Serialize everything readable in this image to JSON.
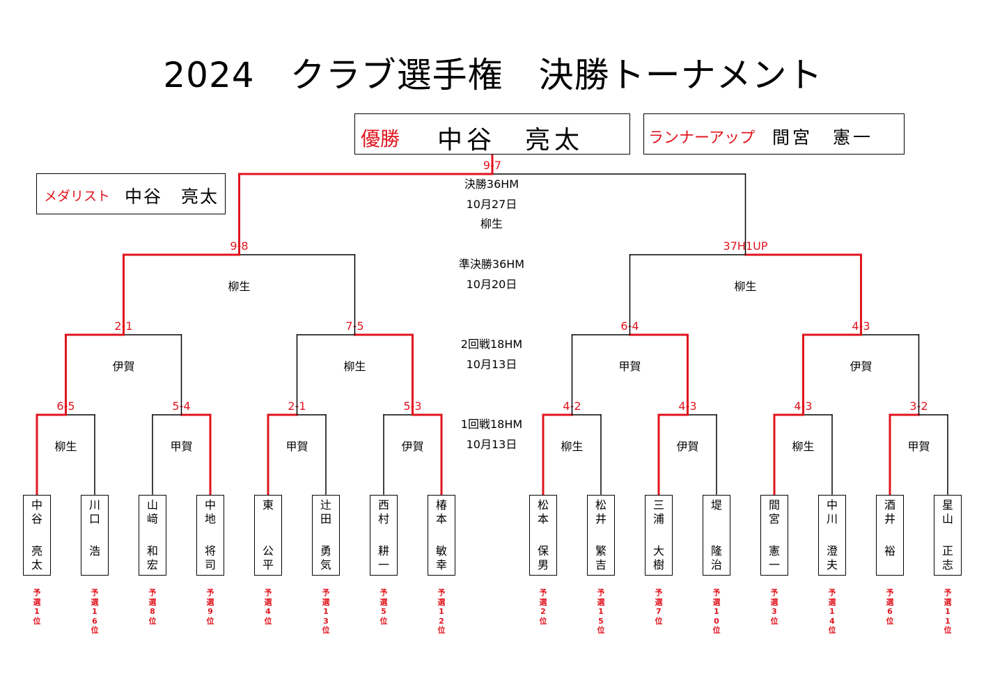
{
  "title": "2024　クラブ選手権　決勝トーナメント",
  "winner": {
    "label": "優勝",
    "name": "中谷　亮太"
  },
  "runner_up": {
    "label": "ランナーアップ",
    "name": "間宮　憲一"
  },
  "medalist": {
    "label": "メダリスト",
    "name": "中谷　亮太"
  },
  "rounds": {
    "final": [
      "決勝36HM",
      "10月27日",
      "柳生"
    ],
    "semifinal": [
      "準決勝36HM",
      "10月20日"
    ],
    "round2": [
      "2回戦18HM",
      "10月13日"
    ],
    "round1": [
      "1回戦18HM",
      "10月13日"
    ]
  },
  "players": [
    {
      "last": "中\n谷",
      "first": "亮\n太",
      "seed": "予\n選\n1\n位"
    },
    {
      "last": "川\n口",
      "first": "浩",
      "seed": "予\n選\n1\n6\n位"
    },
    {
      "last": "山\n﨑",
      "first": "和\n宏",
      "seed": "予\n選\n8\n位"
    },
    {
      "last": "中\n地",
      "first": "将\n司",
      "seed": "予\n選\n9\n位"
    },
    {
      "last": "東",
      "first": "公\n平",
      "seed": "予\n選\n4\n位"
    },
    {
      "last": "辻\n田",
      "first": "勇\n気",
      "seed": "予\n選\n1\n3\n位"
    },
    {
      "last": "西\n村",
      "first": "耕\n一",
      "seed": "予\n選\n5\n位"
    },
    {
      "last": "椿\n本",
      "first": "敏\n幸",
      "seed": "予\n選\n1\n2\n位"
    },
    {
      "last": "松\n本",
      "first": "保\n男",
      "seed": "予\n選\n2\n位"
    },
    {
      "last": "松\n井",
      "first": "繁\n吉",
      "seed": "予\n選\n1\n5\n位"
    },
    {
      "last": "三\n浦",
      "first": "大\n樹",
      "seed": "予\n選\n7\n位"
    },
    {
      "last": "堤",
      "first": "隆\n治",
      "seed": "予\n選\n1\n0\n位"
    },
    {
      "last": "間\n宮",
      "first": "憲\n一",
      "seed": "予\n選\n3\n位"
    },
    {
      "last": "中\n川",
      "first": "澄\n夫",
      "seed": "予\n選\n1\n4\n位"
    },
    {
      "last": "酒\n井",
      "first": "裕",
      "seed": "予\n選\n6\n位"
    },
    {
      "last": "星\n山",
      "first": "正\n志",
      "seed": "予\n選\n1\n1\n位"
    }
  ],
  "matches": {
    "round1": [
      {
        "winner": 0,
        "score": "6-5",
        "venue": "柳生"
      },
      {
        "winner": 1,
        "score": "5-4",
        "venue": "甲賀"
      },
      {
        "winner": 0,
        "score": "2-1",
        "venue": "甲賀"
      },
      {
        "winner": 1,
        "score": "5-3",
        "venue": "伊賀"
      },
      {
        "winner": 0,
        "score": "4-2",
        "venue": "柳生"
      },
      {
        "winner": 0,
        "score": "4-3",
        "venue": "伊賀"
      },
      {
        "winner": 0,
        "score": "4-3",
        "venue": "柳生"
      },
      {
        "winner": 0,
        "score": "3-2",
        "venue": "甲賀"
      }
    ],
    "round2": [
      {
        "winner": 0,
        "score": "2-1",
        "venue": "伊賀"
      },
      {
        "winner": 1,
        "score": "7-5",
        "venue": "柳生"
      },
      {
        "winner": 1,
        "score": "6-4",
        "venue": "甲賀"
      },
      {
        "winner": 0,
        "score": "4-3",
        "venue": "伊賀"
      }
    ],
    "semifinal": [
      {
        "winner": 0,
        "score": "9-8",
        "venue": "柳生"
      },
      {
        "winner": 1,
        "score": "37H1UP",
        "venue": "柳生"
      }
    ],
    "final": {
      "winner": 0,
      "score": "9-7"
    }
  },
  "colors": {
    "win_line": "#e0141e",
    "loss_line": "#000000",
    "accent_text": "#e0141e"
  }
}
